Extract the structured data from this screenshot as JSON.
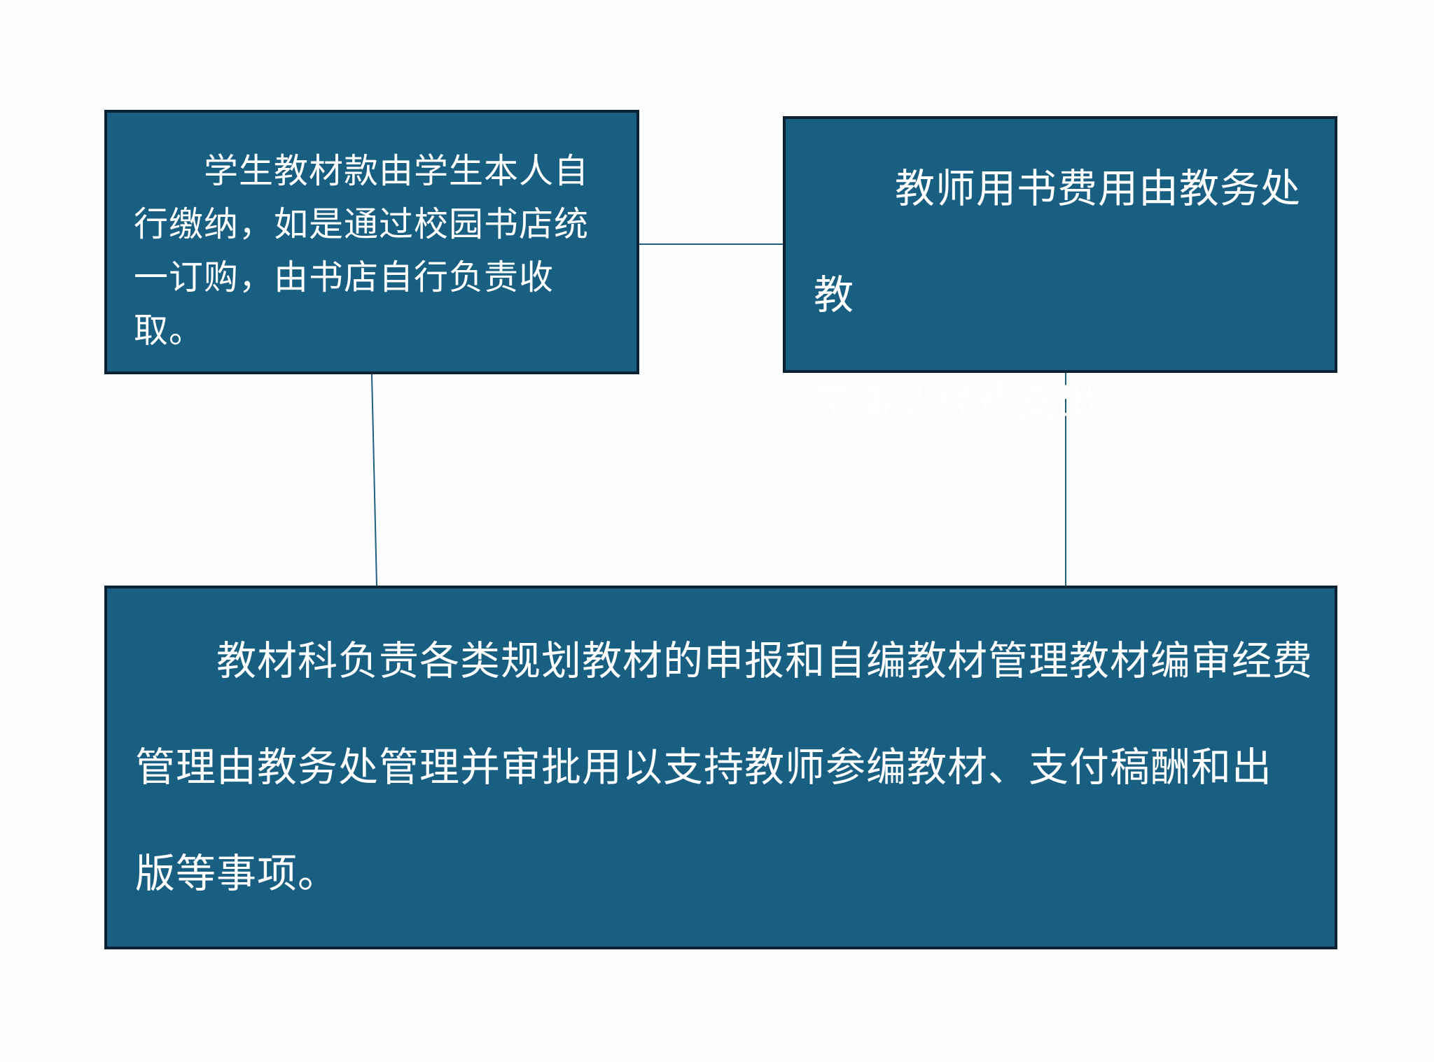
{
  "diagram": {
    "nodes": {
      "student_fees": {
        "text": "　　学生教材款由学生本人自\n行缴纳，如是通过校园书店统\n一订购，由书店自行负责收\n取。"
      },
      "teacher_fees": {
        "text": "　　教师用书费用由教务处教\n学事业经费支出。"
      },
      "textbook_office": {
        "text": "　　教材科负责各类规划教材的申报和自编教材管理教材编审经费\n管理由教务处管理并审批用以支持教师参编教材、支付稿酬和出\n版等事项。"
      }
    },
    "edges": [
      {
        "from": "student_fees",
        "to": "teacher_fees"
      },
      {
        "from": "student_fees",
        "to": "textbook_office"
      },
      {
        "from": "teacher_fees",
        "to": "textbook_office"
      }
    ],
    "colors": {
      "box_fill": "#185f82",
      "box_border": "#0b2233",
      "connector": "#1c5f80",
      "text": "#ffffff",
      "background": "#fdfdfd"
    }
  }
}
